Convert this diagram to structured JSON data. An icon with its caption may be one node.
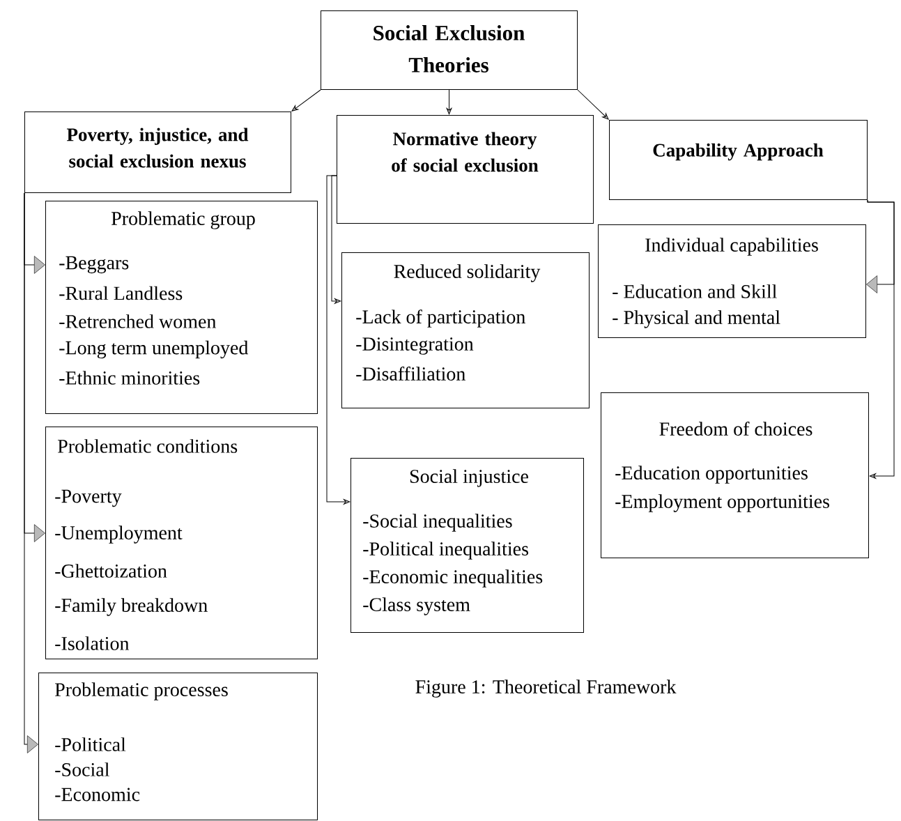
{
  "diagram": {
    "caption": "Figure 1: Theoretical Framework",
    "nodes": [
      {
        "text": [
          "Social Exclusion Theories"
        ]
      },
      {
        "text": [
          "Poverty, injustice, and social exclusion nexus"
        ]
      },
      {
        "text": [
          "Normative theory of social exclusion"
        ]
      },
      {
        "text": [
          "Capability Approach"
        ]
      },
      {
        "text": [
          "Problematic group",
          "-Beggars",
          "-Rural Landless",
          "-Retrenched women",
          "-Long term unemployed",
          "-Ethnic minorities"
        ]
      },
      {
        "text": [
          "Problematic conditions",
          "-Poverty",
          "-Unemployment",
          "-Ghettoization",
          "-Family breakdown",
          "-Isolation"
        ]
      },
      {
        "text": [
          "Problematic processes",
          "-Political",
          "-Social",
          "-Economic"
        ]
      },
      {
        "text": [
          "Reduced solidarity",
          "-Lack of participation",
          "-Disintegration",
          "-Disaffiliation"
        ]
      },
      {
        "text": [
          "Social injustice",
          "-Social inequalities",
          "-Political inequalities",
          "-Economic inequalities",
          "-Class system"
        ]
      },
      {
        "text": [
          "Individual capabilities",
          "- Education and Skill",
          "- Physical and mental"
        ]
      },
      {
        "text": [
          "Freedom of choices",
          "-Education opportunities",
          "-Employment opportunities"
        ]
      }
    ],
    "edges": [
      {
        "from": 0,
        "to": 1,
        "arrow": "to"
      },
      {
        "from": 0,
        "to": 2,
        "arrow": "to"
      },
      {
        "from": 0,
        "to": 3,
        "arrow": "to"
      },
      {
        "from": 1,
        "to": 4,
        "arrow": "to"
      },
      {
        "from": 1,
        "to": 5,
        "arrow": "to"
      },
      {
        "from": 1,
        "to": 6,
        "arrow": "to"
      },
      {
        "from": 2,
        "to": 7,
        "arrow": "to"
      },
      {
        "from": 2,
        "to": 8,
        "arrow": "to"
      },
      {
        "from": 3,
        "to": 9,
        "arrow": "to"
      },
      {
        "from": 3,
        "to": 10,
        "arrow": "to"
      }
    ]
  }
}
